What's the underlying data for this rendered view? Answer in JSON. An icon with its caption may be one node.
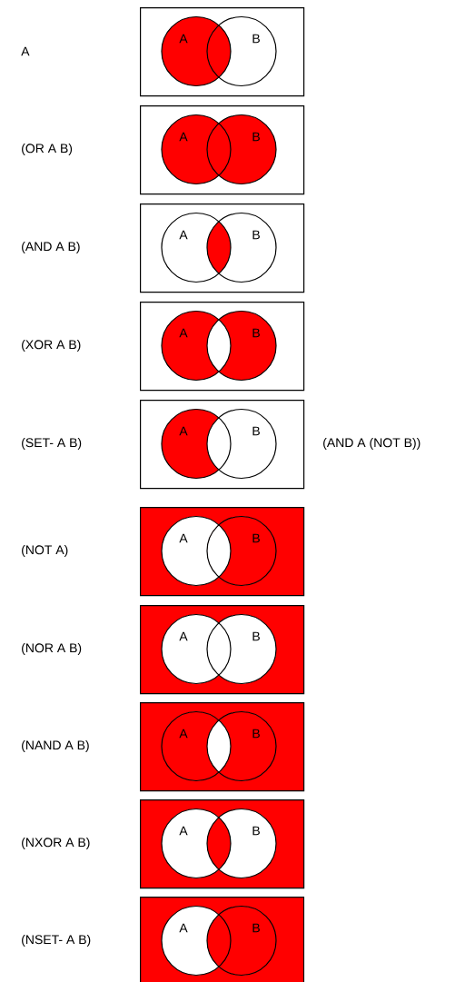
{
  "diagram": {
    "nodes": [
      {
        "text": [],
        "shape": "box"
      },
      {
        "text": [
          "A"
        ],
        "in": 0
      },
      {
        "text": [
          "B"
        ],
        "in": 0
      },
      {
        "text": [],
        "shape": "box"
      },
      {
        "text": [
          "A"
        ],
        "in": 3
      },
      {
        "text": [
          "B"
        ],
        "in": 3
      },
      {
        "text": [],
        "shape": "box"
      },
      {
        "text": [
          "A"
        ],
        "in": 6
      },
      {
        "text": [
          "B"
        ],
        "in": 6
      },
      {
        "text": [],
        "shape": "box"
      },
      {
        "text": [
          "A"
        ],
        "in": 9
      },
      {
        "text": [
          "B"
        ],
        "in": 9
      },
      {
        "text": [],
        "shape": "box"
      },
      {
        "text": [
          "A"
        ],
        "in": 12
      },
      {
        "text": [
          "B"
        ],
        "in": 12
      },
      {
        "text": [],
        "shape": "box"
      },
      {
        "text": [
          "A"
        ],
        "in": 15
      },
      {
        "text": [
          "B"
        ],
        "in": 15
      },
      {
        "text": [],
        "shape": "box"
      },
      {
        "text": [
          "A"
        ],
        "in": 18
      },
      {
        "text": [
          "B"
        ],
        "in": 18
      },
      {
        "text": [],
        "shape": "box"
      },
      {
        "text": [
          "A"
        ],
        "in": 21
      },
      {
        "text": [
          "B"
        ],
        "in": 21
      },
      {
        "text": [],
        "shape": "box"
      },
      {
        "text": [
          "A"
        ],
        "in": 24
      },
      {
        "text": [
          "B"
        ],
        "in": 24
      },
      {
        "text": [],
        "shape": "box"
      },
      {
        "text": [
          "A"
        ],
        "in": 27
      },
      {
        "text": [
          "B"
        ],
        "in": 27
      }
    ],
    "labels": [
      "A",
      "(OR A B)",
      "(AND A B)",
      "(XOR A B)",
      "(SET- A B)",
      "(AND A (NOT B))",
      "(NOT A)",
      "(NOR A B)",
      "(NAND A B)",
      "(NXOR A B)",
      "(NSET- A B)"
    ]
  }
}
